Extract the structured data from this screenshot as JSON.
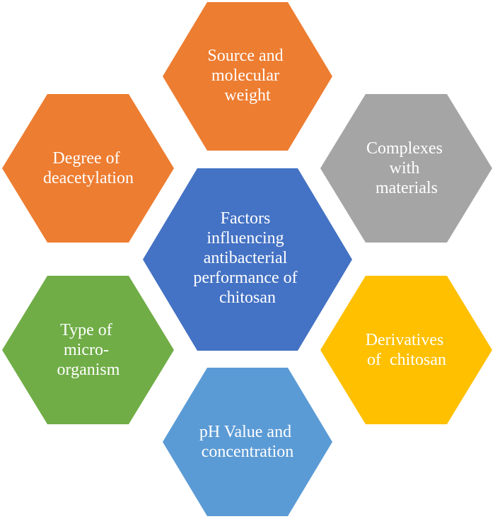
{
  "center": {
    "lines": [
      "Factors",
      "influencing",
      "antibacterial",
      "performance of",
      "chitosan"
    ],
    "color": "#4472C4"
  },
  "factors": [
    {
      "id": "source",
      "lines": [
        "Source and",
        "molecular",
        "weight"
      ],
      "color": "#ED7D31"
    },
    {
      "id": "complexes",
      "lines": [
        "Complexes",
        "with",
        "materials"
      ],
      "color": "#A5A5A5"
    },
    {
      "id": "derivatives",
      "lines": [
        "Derivatives",
        "of  chitosan"
      ],
      "color": "#FFC000"
    },
    {
      "id": "ph",
      "lines": [
        "pH Value and",
        "concentration"
      ],
      "color": "#5B9BD5"
    },
    {
      "id": "microorganism",
      "lines": [
        "Type of",
        "micro-",
        "organism"
      ],
      "color": "#70AD47"
    },
    {
      "id": "deacetylation",
      "lines": [
        "Degree of",
        "deacetylation"
      ],
      "color": "#ED7D31"
    }
  ]
}
